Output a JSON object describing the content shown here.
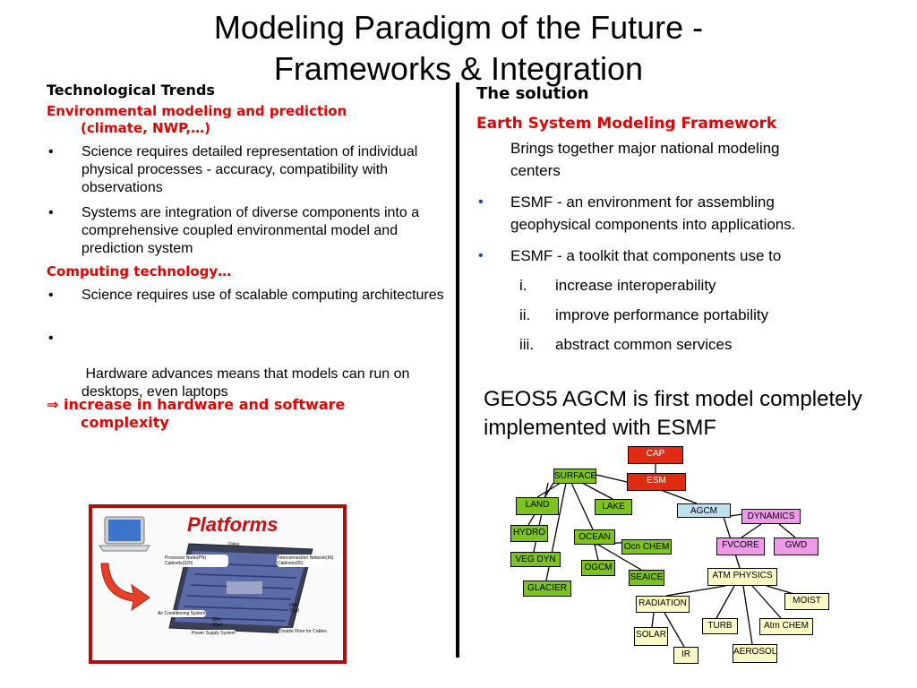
{
  "slide": {
    "title_line1": "Modeling Paradigm of the Future -",
    "title_line2": "Frameworks & Integration"
  },
  "left": {
    "heading": "Technological Trends",
    "sub1_line1": "Environmental modeling and prediction",
    "sub1_line2": "(climate, NWP,…)",
    "bullets1": [
      "Science requires detailed representation of individual physical processes - accuracy, compatibility with observations",
      "Systems are integration of diverse components into a comprehensive coupled environmental model and prediction system"
    ],
    "sub2": "Computing technology…",
    "bullets2": [
      "Science requires use of scalable computing architectures",
      " Hardware advances means that models can run on desktops, even laptops"
    ],
    "bullet_marker": "•",
    "implies_symbol": "⇒",
    "conclusion_line1": "increase in hardware and software",
    "conclusion_line2": "complexity"
  },
  "platforms": {
    "title": "Platforms",
    "labels": {
      "disks": "Disks",
      "processor": "Processor Node(PN) Cabinets(320)",
      "interconnect": "Interconnection Network(IN) Cabinets(65)",
      "aircon": "Air Conditioning System",
      "dim1": "50m 65yd",
      "dim2": "65m 71yd",
      "power": "Power Supply System",
      "floor": "Double Floor for Cables"
    }
  },
  "right": {
    "heading": "The solution",
    "framework": "Earth System Modeling Framework",
    "intro_line1": "Brings together major national modeling",
    "intro_line2": "centers",
    "bullet_marker": "•",
    "bullet1_line1": "ESMF - an environment for assembling",
    "bullet1_line2": "geophysical components into applications.",
    "bullet2": "ESMF - a toolkit that components use to",
    "subitems": [
      {
        "num": "i.",
        "text": "increase interoperability"
      },
      {
        "num": "ii.",
        "text": "improve performance portability"
      },
      {
        "num": "iii.",
        "text": "abstract common services"
      }
    ],
    "geos": "GEOS5 AGCM is first model completely implemented with ESMF"
  },
  "diagram": {
    "nodes": {
      "cap": "CAP",
      "esm": "ESM",
      "surface": "SURFACE",
      "agcm": "AGCM",
      "land": "LAND",
      "lake": "LAKE",
      "hydro": "HYDRO",
      "ocean": "OCEAN",
      "vegdyn": "VEG DYN",
      "ocnchem": "Ocn CHEM",
      "ogcm": "OGCM",
      "seaice": "SEAICE",
      "glacier": "GLACIER",
      "dynamics": "DYNAMICS",
      "fvcore": "FVCORE",
      "gwd": "GWD",
      "atmphysics": "ATM PHYSICS",
      "radiation": "RADIATION",
      "moist": "MOIST",
      "turb": "TURB",
      "atmchem": "Atm CHEM",
      "solar": "SOLAR",
      "ir": "IR",
      "aerosol": "AEROSOL"
    },
    "colors": {
      "green": "#7dc21e",
      "red": "#e02a12",
      "pink": "#ee9ae8",
      "yellow": "#fafac6",
      "blue": "#bfe0ee"
    }
  }
}
